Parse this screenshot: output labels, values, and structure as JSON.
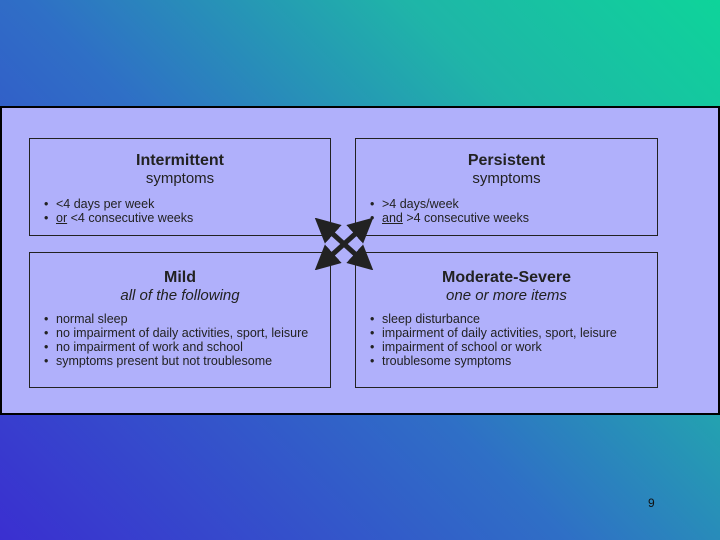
{
  "boxes": {
    "intermittent": {
      "title": "Intermittent",
      "subtitle": "symptoms",
      "items": [
        {
          "pre": "<4 days per week",
          "u": "",
          "post": ""
        },
        {
          "pre": "",
          "u": "or",
          "post": " <4 consecutive weeks"
        }
      ]
    },
    "persistent": {
      "title": "Persistent",
      "subtitle": "symptoms",
      "items": [
        {
          "pre": ">4 days/week",
          "u": "",
          "post": ""
        },
        {
          "pre": "",
          "u": "and",
          "post": " >4 consecutive weeks"
        }
      ]
    },
    "mild": {
      "title": "Mild",
      "subtitle": "all of the following",
      "items": [
        "normal sleep",
        "no impairment of daily activities, sport, leisure",
        "no impairment of work and school",
        "symptoms present but not troublesome"
      ]
    },
    "moderate_severe": {
      "title": "Moderate-Severe",
      "subtitle": "one or more items",
      "items": [
        "sleep disturbance",
        "impairment of daily activities, sport, leisure",
        "impairment of school or work",
        "troublesome symptoms"
      ]
    }
  },
  "page_number": "9"
}
